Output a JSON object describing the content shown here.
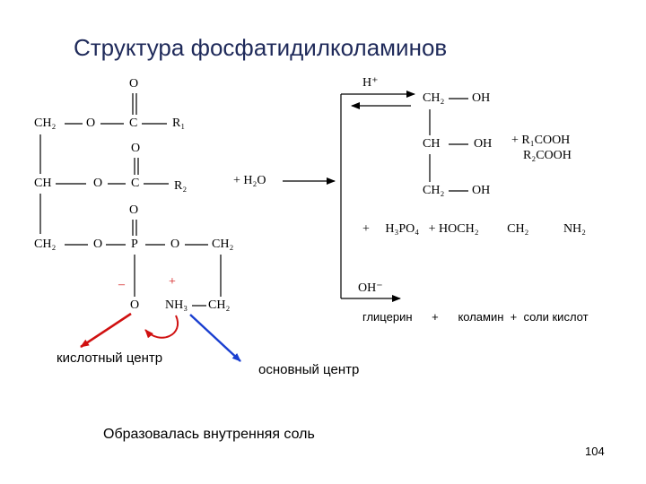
{
  "title": "Структура фосфатидилколаминов",
  "molecule": {
    "ch2_top": "CH₂",
    "o1": "O",
    "c1": "C",
    "r1": "R₁",
    "o1_dbl": "O",
    "ch_mid": "CH",
    "o2": "O",
    "c2": "C",
    "r2": "R₂",
    "o2_dbl": "O",
    "ch2_bot": "CH₂",
    "o3": "O",
    "p": "P",
    "o4": "O",
    "ch2_p": "CH₂",
    "o_p_dbl": "O",
    "minus": "–",
    "plus": "+",
    "o_neg": "O",
    "nh3": "NH₃",
    "ch2_end": "CH₂"
  },
  "reagent": "+    H₂O",
  "products": {
    "h_plus": "H⁺",
    "ch2_a": "CH₂",
    "oh_a": "OH",
    "ch_b": "CH",
    "oh_b": "OH",
    "ch2_c": "CH₂",
    "oh_c": "OH",
    "acid1": "+ R₁COOH",
    "acid2": "R₂COOH",
    "row": "+     H₃PO₄   + HOCH₂         CH₂           NH₂",
    "oh_minus": "OH⁻",
    "names": "глицерин      +      коламин  +  соли кислот"
  },
  "labels": {
    "acid_center": "кислотный центр",
    "base_center": "основный центр",
    "conclusion": "Образовалась внутренняя соль",
    "page_number": "104"
  },
  "colors": {
    "title": "#1f2a5a",
    "charge": "#d01010",
    "acid_arrow": "#d01010",
    "base_arrow": "#1a3fd0"
  }
}
